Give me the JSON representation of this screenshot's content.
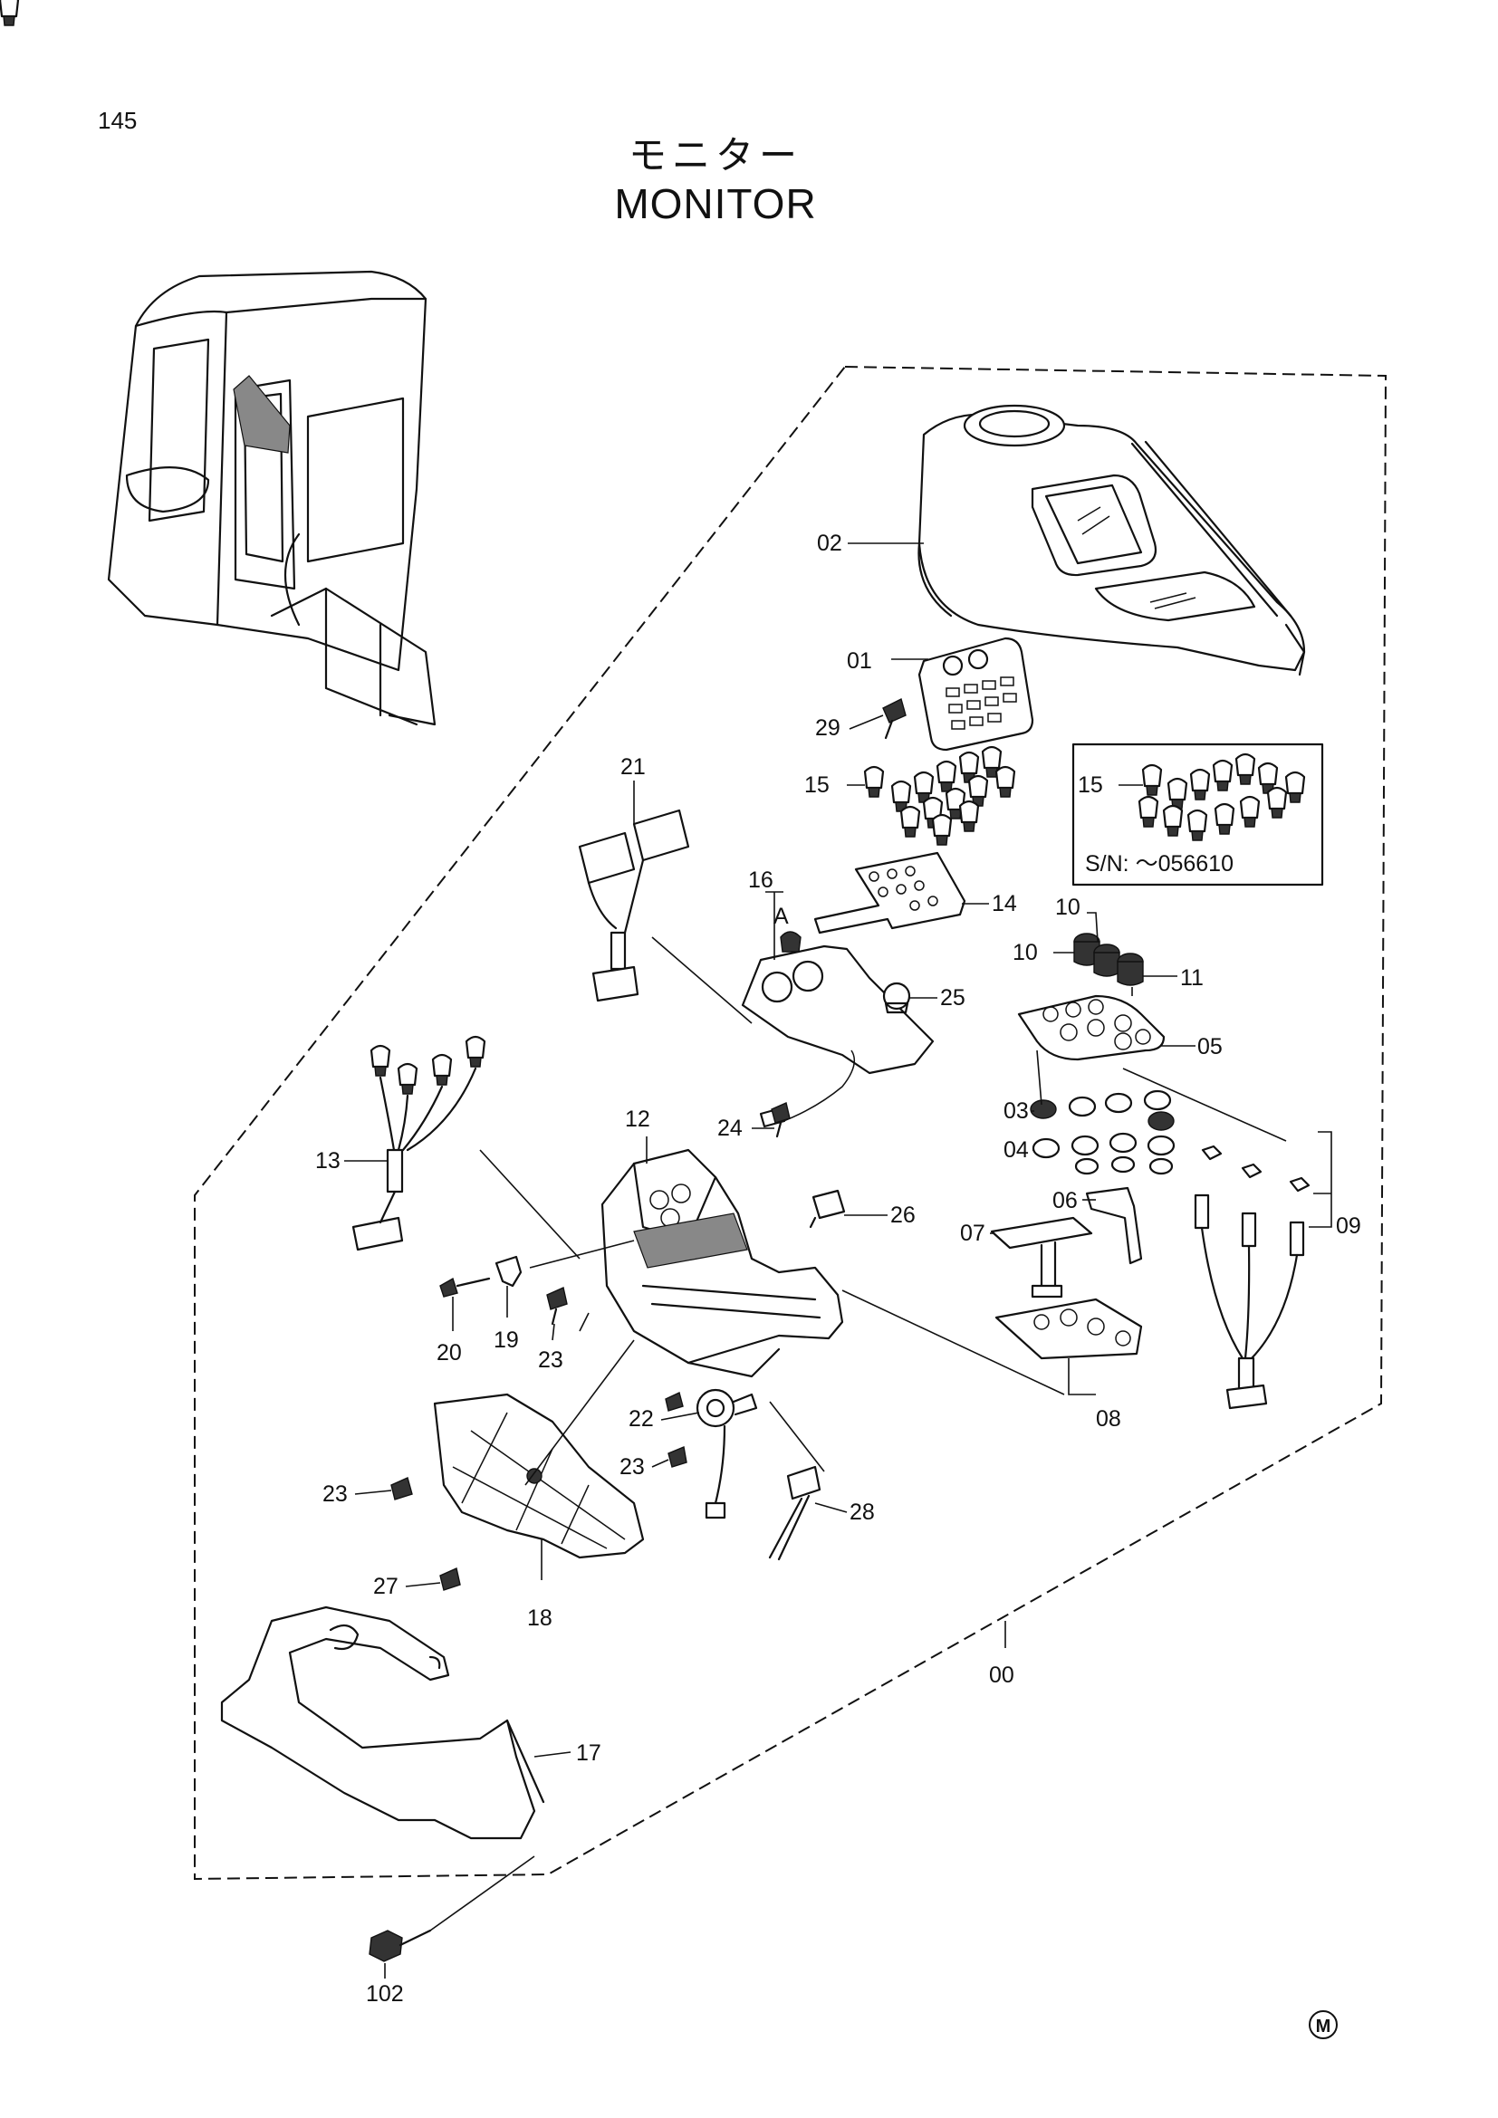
{
  "page_number": "145",
  "title_jp": "モニター",
  "title_en": "MONITOR",
  "inset_note": "S/N: ～056610",
  "logo_mark": "M",
  "callouts": [
    {
      "id": "c00",
      "text": "00"
    },
    {
      "id": "c01",
      "text": "01"
    },
    {
      "id": "c02",
      "text": "02"
    },
    {
      "id": "c03",
      "text": "03"
    },
    {
      "id": "c04",
      "text": "04"
    },
    {
      "id": "c05",
      "text": "05"
    },
    {
      "id": "c06",
      "text": "06"
    },
    {
      "id": "c07",
      "text": "07"
    },
    {
      "id": "c08",
      "text": "08"
    },
    {
      "id": "c09",
      "text": "09"
    },
    {
      "id": "c10a",
      "text": "10"
    },
    {
      "id": "c10b",
      "text": "10"
    },
    {
      "id": "c11",
      "text": "11"
    },
    {
      "id": "c12",
      "text": "12"
    },
    {
      "id": "c13",
      "text": "13"
    },
    {
      "id": "c14",
      "text": "14"
    },
    {
      "id": "c15a",
      "text": "15"
    },
    {
      "id": "c15b",
      "text": "15"
    },
    {
      "id": "c16",
      "text": "16"
    },
    {
      "id": "cA",
      "text": "A"
    },
    {
      "id": "c17",
      "text": "17"
    },
    {
      "id": "c18",
      "text": "18"
    },
    {
      "id": "c19",
      "text": "19"
    },
    {
      "id": "c20",
      "text": "20"
    },
    {
      "id": "c21",
      "text": "21"
    },
    {
      "id": "c22",
      "text": "22"
    },
    {
      "id": "c23a",
      "text": "23"
    },
    {
      "id": "c23b",
      "text": "23"
    },
    {
      "id": "c23c",
      "text": "23"
    },
    {
      "id": "c24",
      "text": "24"
    },
    {
      "id": "c25",
      "text": "25"
    },
    {
      "id": "c26",
      "text": "26"
    },
    {
      "id": "c27",
      "text": "27"
    },
    {
      "id": "c28",
      "text": "28"
    },
    {
      "id": "c29",
      "text": "29"
    },
    {
      "id": "c102",
      "text": "102"
    }
  ]
}
